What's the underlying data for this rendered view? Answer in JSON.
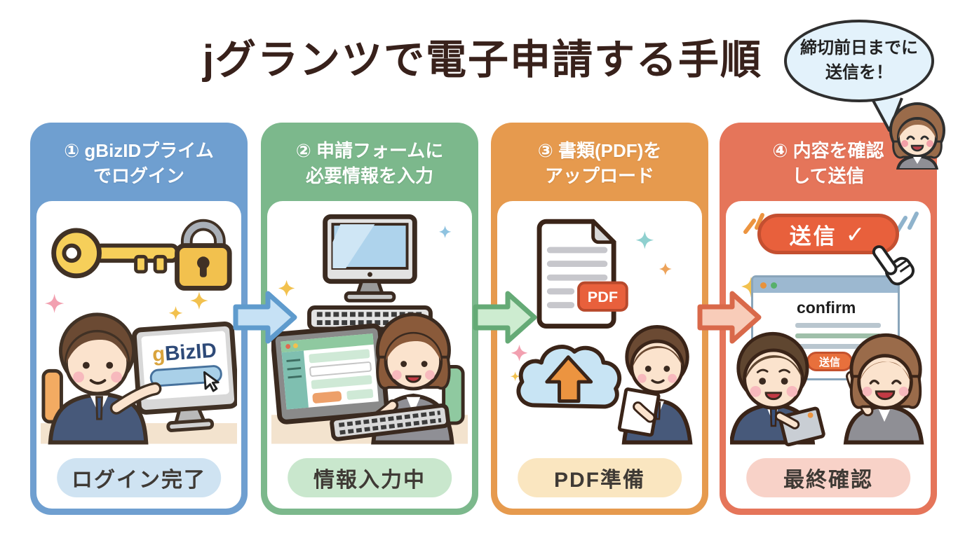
{
  "title": "jグランツで電子申請する手順",
  "title_color": "#38211b",
  "speech_bubble": {
    "line1": "締切前日までに",
    "line2": "送信を！",
    "bg": "#e3f2fb"
  },
  "steps": [
    {
      "heading_line1": "① gBizIDプライム",
      "heading_line2": "でログイン",
      "badge": "ログイン完了",
      "screen_logo_g": "g",
      "screen_logo_rest": "BizID",
      "colors": {
        "accent": "#6f9fd0",
        "pill_bg": "#cfe3f2"
      }
    },
    {
      "heading_line1": "② 申請フォームに",
      "heading_line2": "必要情報を入力",
      "badge": "情報入力中",
      "colors": {
        "accent": "#7cb88c",
        "pill_bg": "#c9e7cd"
      }
    },
    {
      "heading_line1": "③ 書類(PDF)を",
      "heading_line2": "アップロード",
      "badge": "PDF準備",
      "pdf_label": "PDF",
      "colors": {
        "accent": "#e69a4e",
        "pill_bg": "#fae6c0"
      }
    },
    {
      "heading_line1": "④ 内容を確認",
      "heading_line2": "して送信",
      "badge": "最終確認",
      "send_button_label": "送信",
      "send_button_check": "✓",
      "confirm_text": "confirm",
      "mini_send_label": "送信",
      "colors": {
        "accent": "#e5755a",
        "pill_bg": "#f8d2c8"
      }
    }
  ],
  "arrow_colors": [
    {
      "fill": "#c6e1f5",
      "stroke": "#5f9bcd"
    },
    {
      "fill": "#cdecd0",
      "stroke": "#65aa76"
    },
    {
      "fill": "#f8ccb9",
      "stroke": "#d9694a"
    }
  ],
  "icons": [
    "key-icon",
    "lock-icon",
    "sparkle-icon",
    "monitor-icon",
    "cursor-arrow-icon",
    "desktop-computer-icon",
    "keyboard-icon",
    "pdf-document-icon",
    "cloud-upload-icon",
    "up-arrow-icon",
    "check-icon",
    "hand-cursor-icon",
    "browser-window-icon",
    "man-character",
    "woman-character"
  ]
}
